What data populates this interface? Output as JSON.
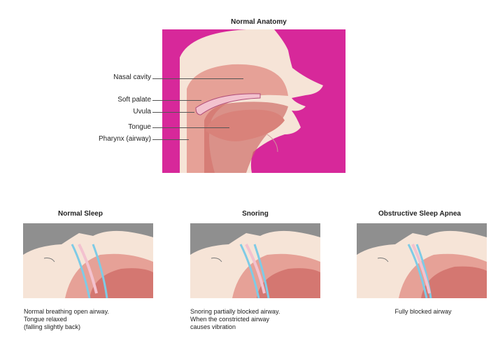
{
  "anatomy": {
    "title": "Normal Anatomy",
    "labels": {
      "nasal_cavity": "Nasal cavity",
      "soft_palate": "Soft palate",
      "uvula": "Uvula",
      "tongue": "Tongue",
      "pharynx": "Pharynx (airway)"
    }
  },
  "panels": {
    "normal": {
      "title": "Normal Sleep",
      "caption": [
        "Normal breathing open airway.",
        "Tongue relaxed",
        "(falling slightly back)"
      ]
    },
    "snoring": {
      "title": "Snoring",
      "caption": [
        "Snoring partially blocked airway.",
        "When the constricted airway",
        "causes vibration"
      ]
    },
    "apnea": {
      "title": "Obstructive Sleep Apnea",
      "caption": [
        "Fully blocked airway"
      ]
    }
  },
  "colors": {
    "magenta": "#d7289a",
    "skin": "#f6e4d7",
    "tissue": "#e6a197",
    "tissue_dark": "#cf6d68",
    "panel_bg": "#8f8f8f",
    "airway": "#7ecbe6"
  }
}
